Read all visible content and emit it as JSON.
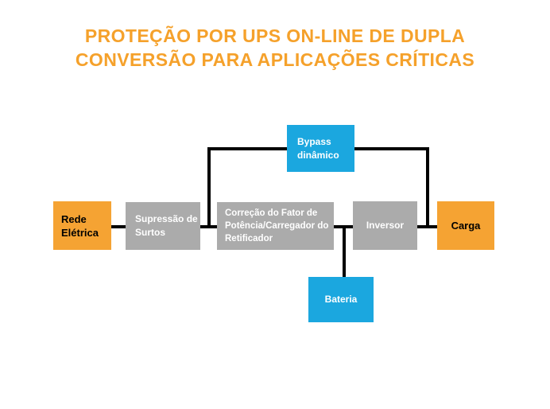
{
  "header": {
    "title_lines": [
      "PROTEÇÃO POR UPS ON-LINE DE DUPLA",
      "CONVERSÃO PARA APLICAÇÕES CRÍTICAS"
    ]
  },
  "colors": {
    "title_orange": "#F5A12B",
    "box_orange": "#F5A333",
    "box_gray": "#ABABAB",
    "box_blue": "#1BA7DF",
    "connector_black": "#000000",
    "background": "#FFFFFF"
  },
  "diagram": {
    "nodes": {
      "rede": {
        "label": "Rede\nElétrica",
        "color": "#F5A333"
      },
      "supressao": {
        "label": "Supressão de\nSurtos",
        "color": "#ABABAB"
      },
      "correcao": {
        "label": "Correção do Fator de\nPotência/Carregador do\nRetificador",
        "color": "#ABABAB"
      },
      "inversor": {
        "label": "Inversor",
        "color": "#ABABAB"
      },
      "carga": {
        "label": "Carga",
        "color": "#F5A333"
      },
      "bypass": {
        "label": "Bypass\ndinâmico",
        "color": "#1BA7DF"
      },
      "bateria": {
        "label": "Bateria",
        "color": "#1BA7DF"
      }
    },
    "connections": [
      "rede-supressao",
      "supressao-correcao",
      "correcao-inversor",
      "inversor-carga",
      "bypass-left-branch",
      "bypass-right-branch",
      "bateria-branch"
    ]
  }
}
